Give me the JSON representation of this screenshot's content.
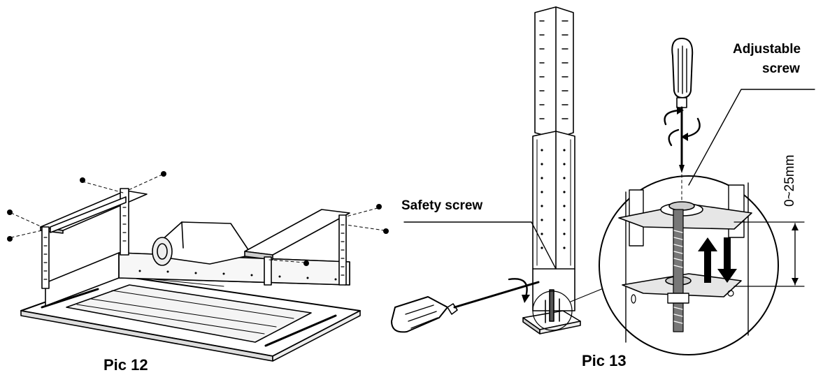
{
  "captions": {
    "pic12": "Pic 12",
    "pic13": "Pic 13"
  },
  "labels": {
    "safety_screw": "Safety screw",
    "adjustable_line1": "Adjustable",
    "adjustable_line2": "screw",
    "range": "0~25mm"
  },
  "icons": [
    "screw-icon",
    "screwdriver-icon",
    "rotate-arrow-icon",
    "up-down-arrow-icon"
  ],
  "colors": {
    "ink": "#000000",
    "background": "#ffffff",
    "shade": "#bdbdbd"
  }
}
